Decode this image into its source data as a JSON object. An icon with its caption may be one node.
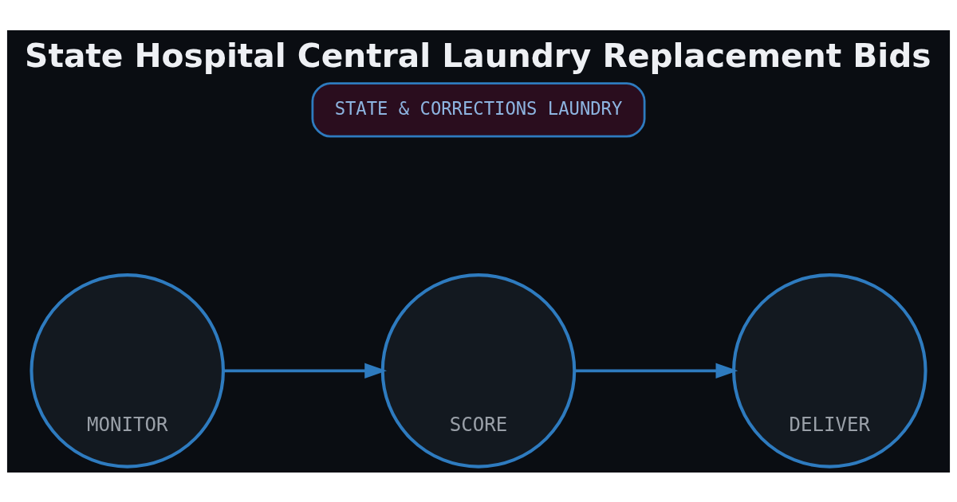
{
  "diagram": {
    "title": "State Hospital Central Laundry Replacement Bids",
    "nodes": [
      {
        "text": [
          "STATE & CORRECTIONS LAUNDRY"
        ]
      },
      {
        "text": [
          "MONITOR"
        ]
      },
      {
        "text": [
          "SCORE"
        ]
      },
      {
        "text": [
          "DELIVER"
        ]
      }
    ],
    "edges": [
      {
        "from": 1,
        "to": 2,
        "arrow": "to"
      },
      {
        "from": 2,
        "to": 3,
        "arrow": "to"
      }
    ]
  }
}
